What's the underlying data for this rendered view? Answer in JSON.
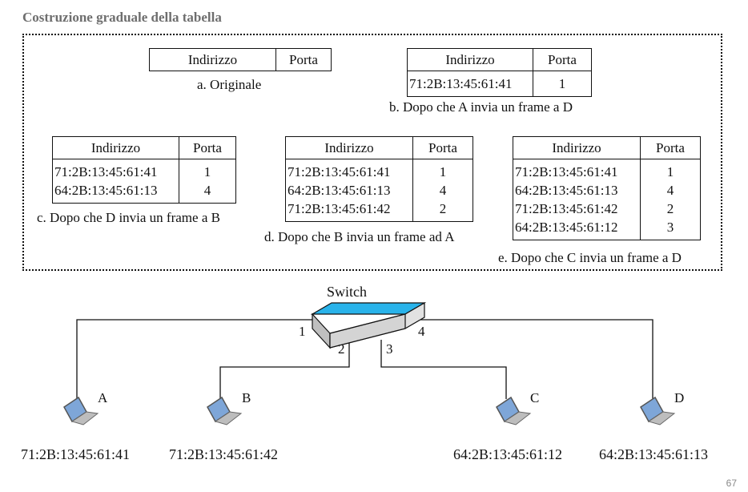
{
  "title": "Costruzione graduale della tabella",
  "header": {
    "address": "Indirizzo",
    "port": "Porta"
  },
  "tables": {
    "a": {
      "caption": "a. Originale",
      "rows": []
    },
    "b": {
      "caption": "b. Dopo che A invia un frame a D",
      "rows": [
        {
          "address": "71:2B:13:45:61:41",
          "port": "1"
        }
      ]
    },
    "c": {
      "caption": "c. Dopo che D invia un frame a B",
      "rows": [
        {
          "address": "71:2B:13:45:61:41",
          "port": "1"
        },
        {
          "address": "64:2B:13:45:61:13",
          "port": "4"
        }
      ]
    },
    "d": {
      "caption": "d. Dopo che B invia un frame ad A",
      "rows": [
        {
          "address": "71:2B:13:45:61:41",
          "port": "1"
        },
        {
          "address": "64:2B:13:45:61:13",
          "port": "4"
        },
        {
          "address": "71:2B:13:45:61:42",
          "port": "2"
        }
      ]
    },
    "e": {
      "caption": "e. Dopo che C invia un frame a D",
      "rows": [
        {
          "address": "71:2B:13:45:61:41",
          "port": "1"
        },
        {
          "address": "64:2B:13:45:61:13",
          "port": "4"
        },
        {
          "address": "71:2B:13:45:61:42",
          "port": "2"
        },
        {
          "address": "64:2B:13:45:61:12",
          "port": "3"
        }
      ]
    }
  },
  "network": {
    "switch_label": "Switch",
    "ports": {
      "p1": "1",
      "p2": "2",
      "p3": "3",
      "p4": "4"
    },
    "hosts": [
      {
        "name": "A",
        "mac": "71:2B:13:45:61:41"
      },
      {
        "name": "B",
        "mac": "71:2B:13:45:61:42"
      },
      {
        "name": "C",
        "mac": "64:2B:13:45:61:12"
      },
      {
        "name": "D",
        "mac": "64:2B:13:45:61:13"
      }
    ],
    "colors": {
      "switch_top": "#29b3ea",
      "switch_side": "#d4d4d4",
      "laptop_screen": "#7ea6d8"
    }
  },
  "page_number": "67"
}
